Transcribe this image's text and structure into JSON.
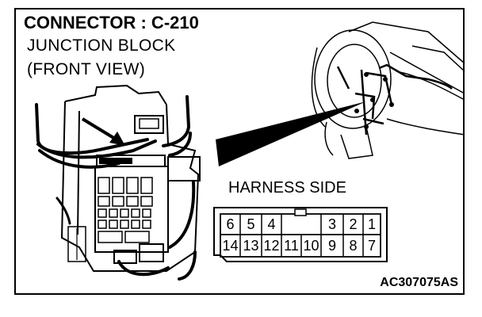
{
  "header": {
    "title": "CONNECTOR : C-210",
    "line1": "JUNCTION BLOCK",
    "line2": "(FRONT VIEW)"
  },
  "harness_label": "HARNESS SIDE",
  "connector": {
    "top_row": [
      "6",
      "5",
      "4",
      "3",
      "2",
      "1"
    ],
    "bottom_row": [
      "14",
      "13",
      "12",
      "11",
      "10",
      "9",
      "8",
      "7"
    ]
  },
  "figure_code": "AC307075AS"
}
